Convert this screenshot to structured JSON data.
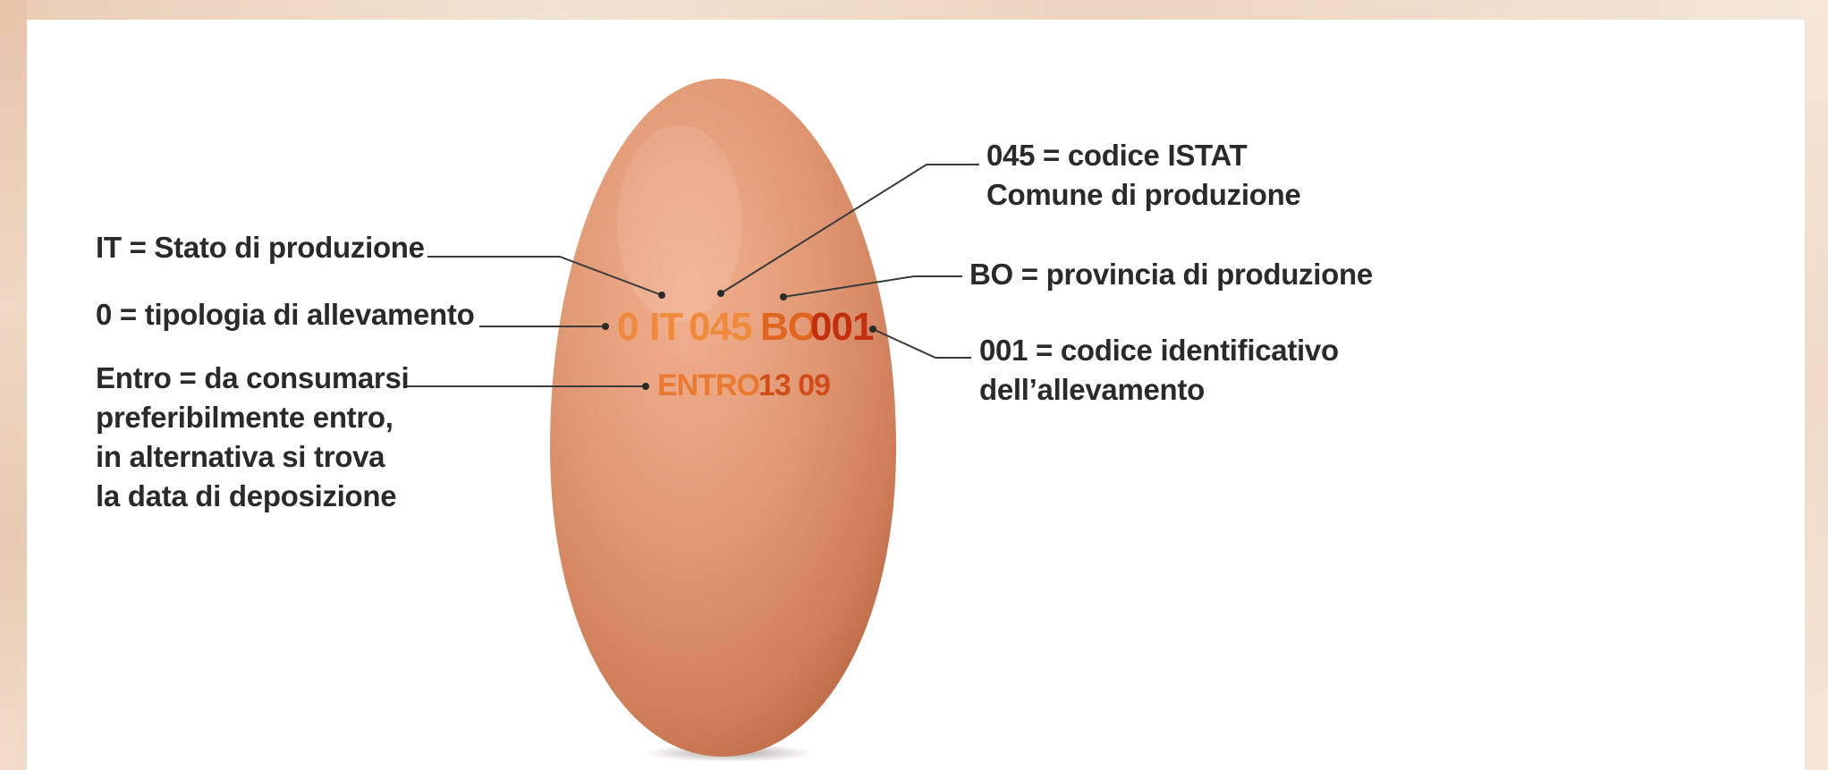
{
  "egg_code": {
    "part_0": "0",
    "part_it": "IT",
    "part_045": "045",
    "part_bo": "BO",
    "part_001": "001",
    "expiry_word": "ENTRO",
    "expiry_date": "13 09"
  },
  "labels": {
    "it": "IT = Stato di produzione",
    "zero": "0 = tipologia di allevamento",
    "entro": "Entro = da consumarsi\npreferibilmente entro,\nin alternativa si trova\nla data di deposizione",
    "istat": "045 = codice ISTAT\nComune di produzione",
    "bo": "BO = provincia di produzione",
    "farm": "001 = codice identificativo\ndell’allevamento"
  },
  "colors": {
    "code_light": "#ef8a3c",
    "code_mid": "#e0651e",
    "code_dark": "#c2300e",
    "label_text": "#2a2a2a",
    "leader_line": "#3a3a3a",
    "egg_shell": "#dc9672"
  }
}
